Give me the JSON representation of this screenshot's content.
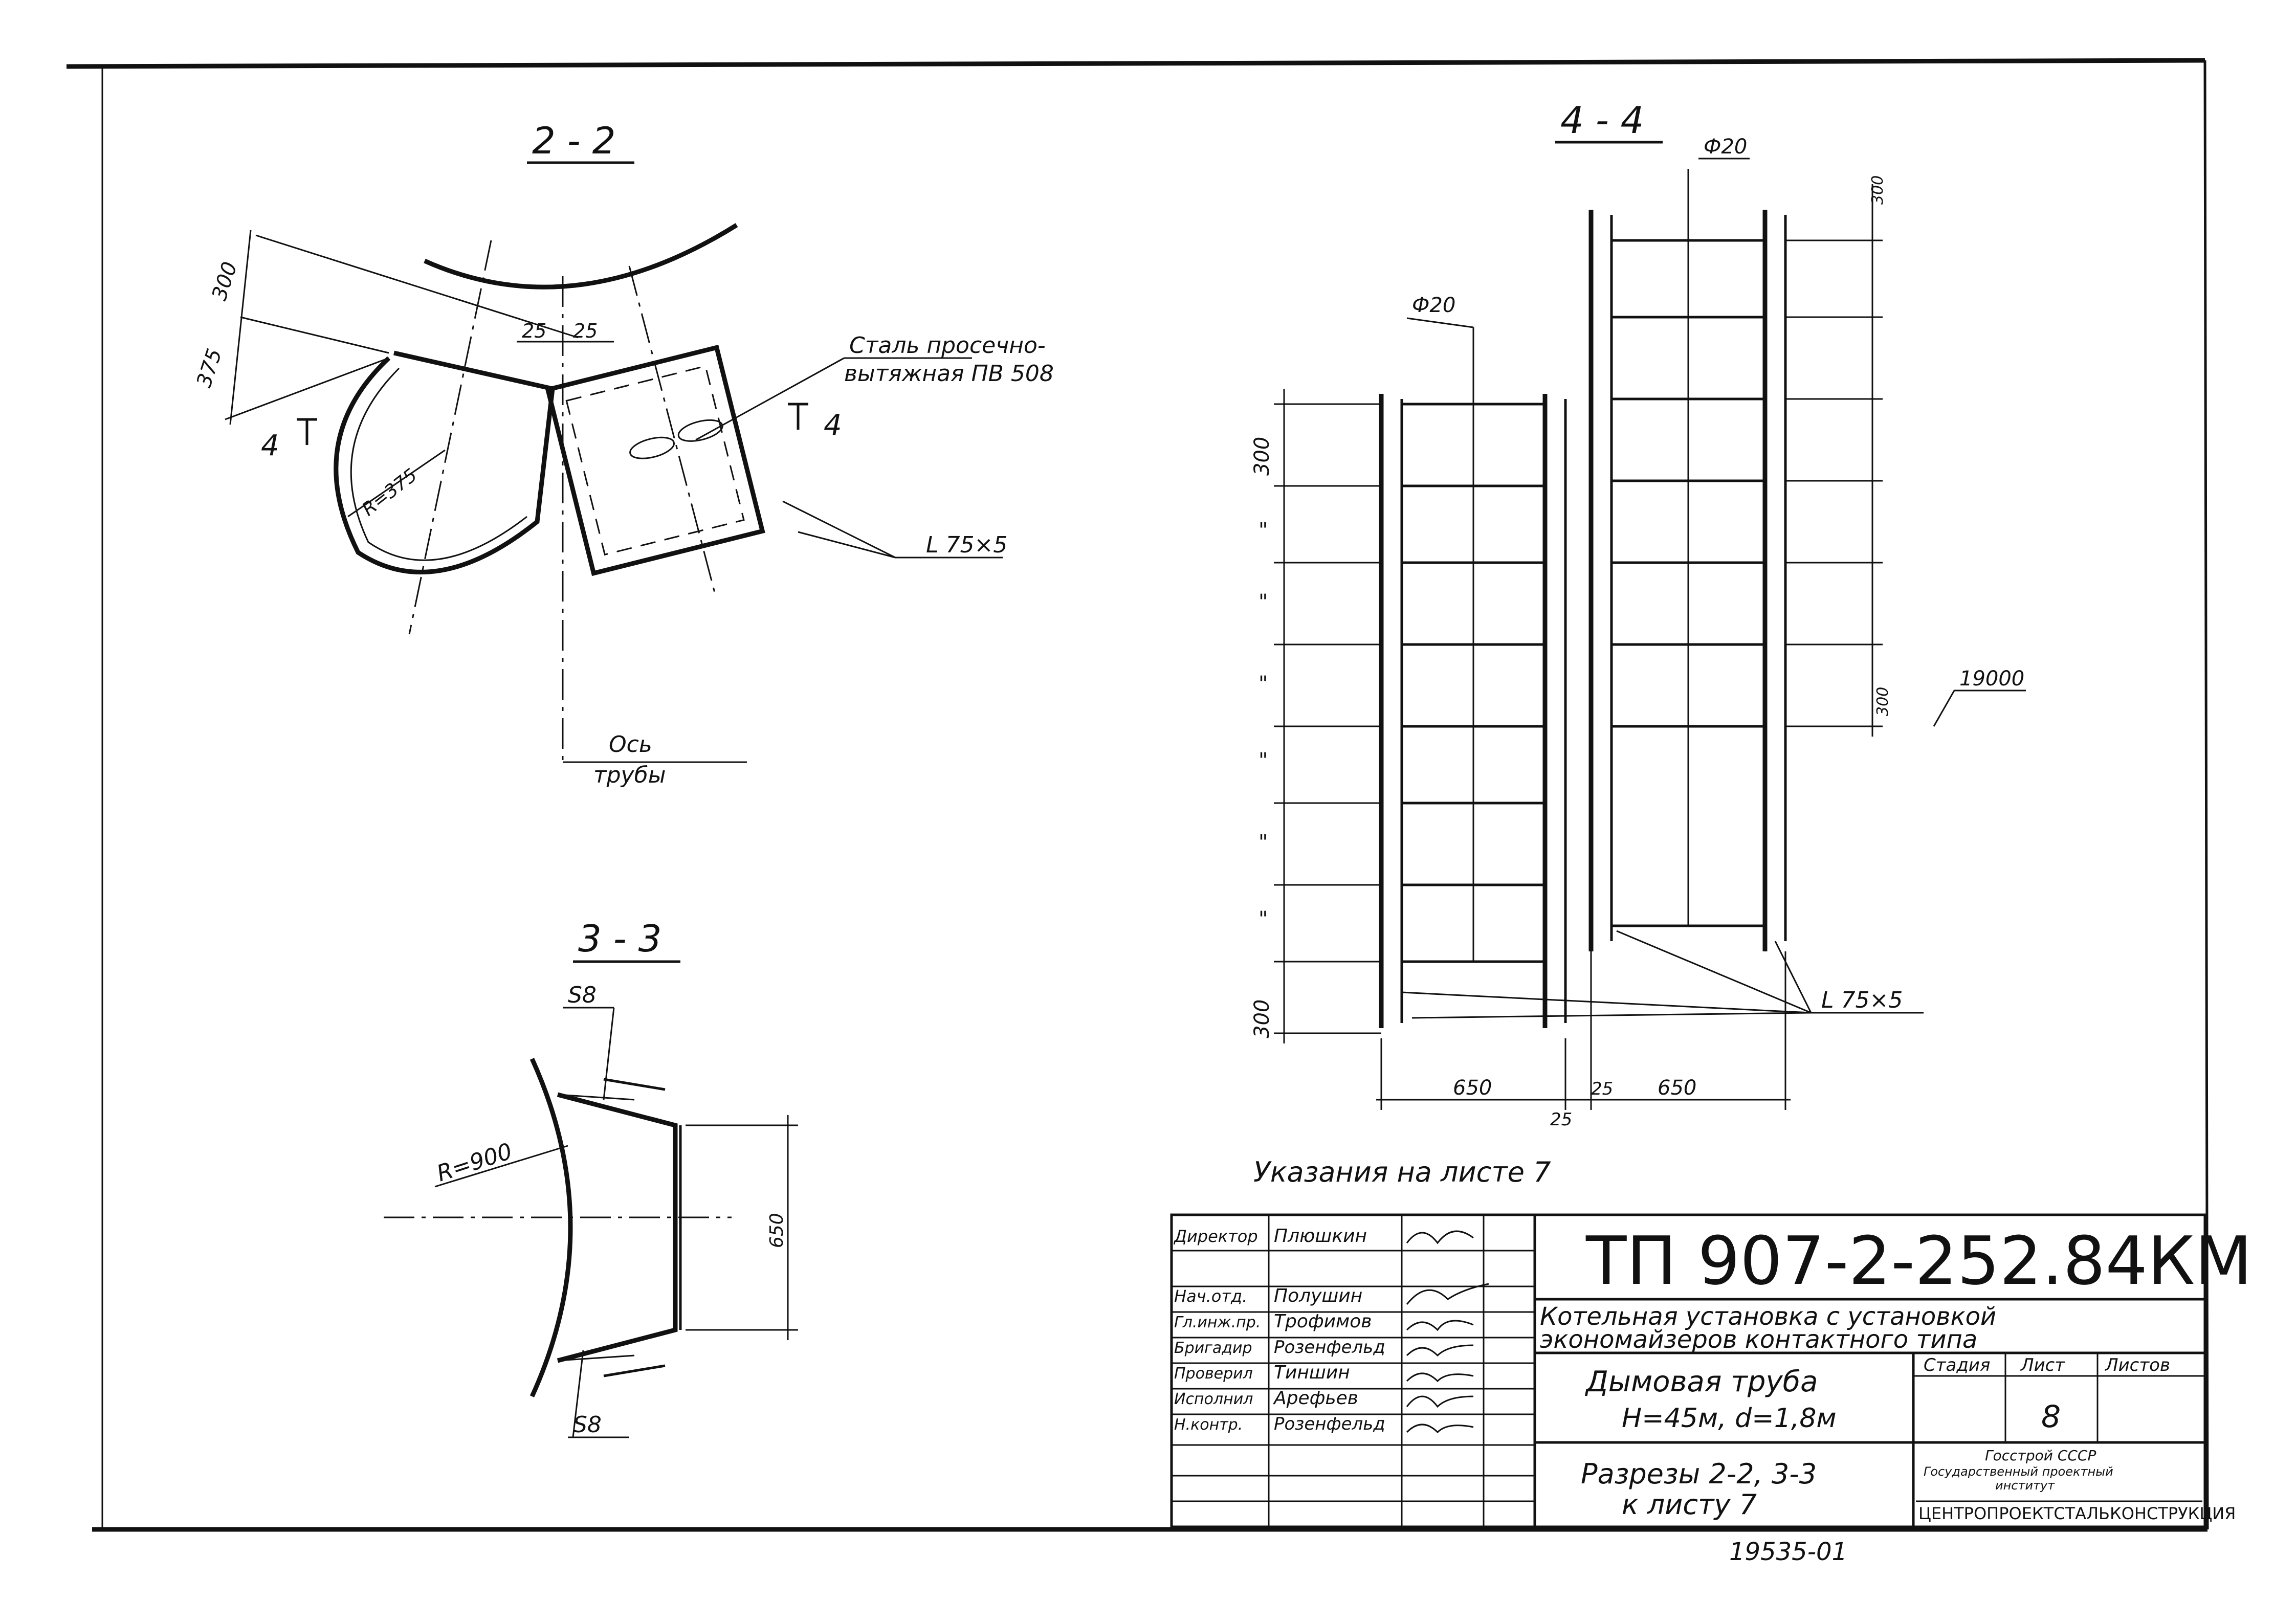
{
  "sections": {
    "s22": {
      "title": "2 - 2",
      "dim_300": "300",
      "dim_375": "375",
      "dim_25a": "25",
      "dim_25b": "25",
      "radius": "R=375",
      "cut_left": "4",
      "cut_right": "4",
      "note_steel": "Сталь просечно-",
      "note_steel2": "вытяжная ПВ 508",
      "angle": "L 75×5",
      "axis_1": "Ось",
      "axis_2": "трубы"
    },
    "s33": {
      "title": "3 - 3",
      "s8_top": "S8",
      "s8_bottom": "S8",
      "radius": "R=900",
      "dim_650": "650"
    },
    "s44": {
      "title": "4 - 4",
      "phi_right": "Ф20",
      "phi_left": "Ф20",
      "dim_300_top": "300",
      "dim_300_bottom": "300",
      "dim_650_left": "650",
      "dim_650_right": "650",
      "dim_25a": "25",
      "dim_25b": "25",
      "elev": "19000",
      "angle": "L 75×5",
      "ditto": "\"",
      "dim_300_r_top": "300",
      "dim_300_r_bottom": "300"
    }
  },
  "note": "Указания на листе 7",
  "title_block": {
    "roles": [
      "Директор",
      "Нач.отд.",
      "Гл.инж.пр.",
      "Бригадир",
      "Проверил",
      "Исполнил",
      "Н.контр."
    ],
    "names": [
      "Плюшкин",
      "Полушин",
      "Трофимов",
      "Розенфельд",
      "Тиншин",
      "Арефьев",
      "Розенфельд"
    ],
    "code": "ТП 907-2-252.84КМ",
    "project_1": "Котельная установка с установкой",
    "project_2": "экономайзеров контактного типа",
    "object_1": "Дымовая труба",
    "object_2": "Н=45м, d=1,8м",
    "sheet_title_1": "Разрезы 2-2, 3-3",
    "sheet_title_2": "к листу 7",
    "stage_label": "Стадия",
    "sheet_label": "Лист",
    "sheets_label": "Листов",
    "sheet_no": "8",
    "org_1": "Госстрой СССР",
    "org_2": "Государственный проектный",
    "org_3": "институт",
    "org_4": "ЦЕНТРОПРОЕКТСТАЛЬКОНСТРУКЦИЯ"
  },
  "inventory": "19535-01"
}
